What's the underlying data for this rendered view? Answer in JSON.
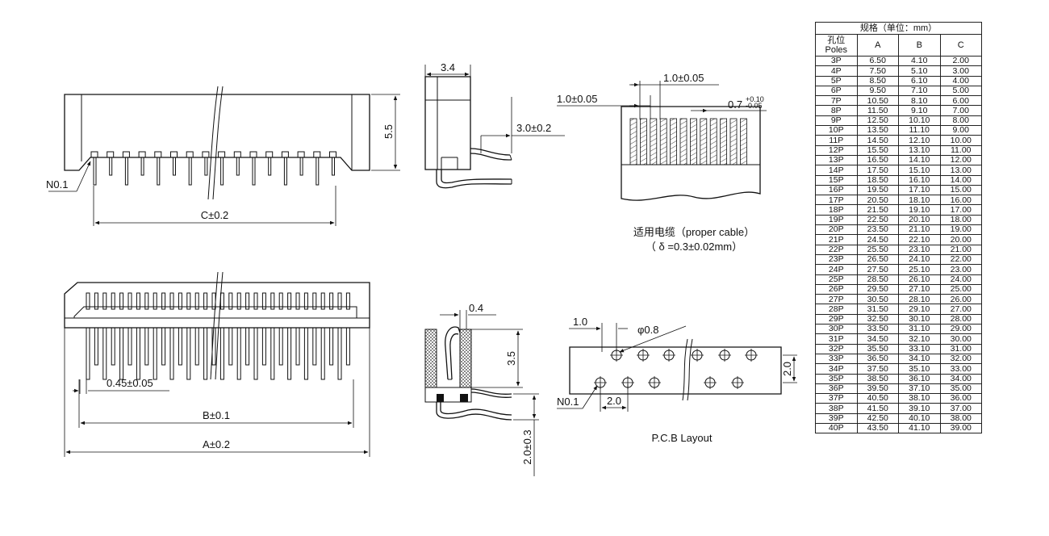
{
  "labels": {
    "n01_top": "N0.1",
    "c_dim": "C±0.2",
    "h55": "5.5",
    "w34": "3.4",
    "d30": "3.0±0.2",
    "pitch_top": "1.0±0.05",
    "pitch_left": "1.0±0.05",
    "cond_w": "0.7",
    "tol_up": "+0.10",
    "tol_dn": "-0.05",
    "cable_cn": "适用电缆（proper cable）",
    "cable_thk": "（ δ =0.3±0.02mm）",
    "d045": "0.45±0.05",
    "b_dim": "B±0.1",
    "a_dim": "A±0.2",
    "d04": "0.4",
    "d35": "3.5",
    "d20v": "2.0±0.3",
    "pcb_10": "1.0",
    "pcb_phi": "φ0.8",
    "pcb_20h": "2.0",
    "pcb_20v": "2.0",
    "pcb_n01": "N0.1",
    "pcb_caption": "P.C.B Layout"
  },
  "table": {
    "title": "规格（单位：mm）",
    "col_poles_cn": "孔位",
    "col_poles_en": "Poles",
    "col_a": "A",
    "col_b": "B",
    "col_c": "C",
    "rows": [
      [
        "3P",
        "6.50",
        "4.10",
        "2.00"
      ],
      [
        "4P",
        "7.50",
        "5.10",
        "3.00"
      ],
      [
        "5P",
        "8.50",
        "6.10",
        "4.00"
      ],
      [
        "6P",
        "9.50",
        "7.10",
        "5.00"
      ],
      [
        "7P",
        "10.50",
        "8.10",
        "6.00"
      ],
      [
        "8P",
        "11.50",
        "9.10",
        "7.00"
      ],
      [
        "9P",
        "12.50",
        "10.10",
        "8.00"
      ],
      [
        "10P",
        "13.50",
        "11.10",
        "9.00"
      ],
      [
        "11P",
        "14.50",
        "12.10",
        "10.00"
      ],
      [
        "12P",
        "15.50",
        "13.10",
        "11.00"
      ],
      [
        "13P",
        "16.50",
        "14.10",
        "12.00"
      ],
      [
        "14P",
        "17.50",
        "15.10",
        "13.00"
      ],
      [
        "15P",
        "18.50",
        "16.10",
        "14.00"
      ],
      [
        "16P",
        "19.50",
        "17.10",
        "15.00"
      ],
      [
        "17P",
        "20.50",
        "18.10",
        "16.00"
      ],
      [
        "18P",
        "21.50",
        "19.10",
        "17.00"
      ],
      [
        "19P",
        "22.50",
        "20.10",
        "18.00"
      ],
      [
        "20P",
        "23.50",
        "21.10",
        "19.00"
      ],
      [
        "21P",
        "24.50",
        "22.10",
        "20.00"
      ],
      [
        "22P",
        "25.50",
        "23.10",
        "21.00"
      ],
      [
        "23P",
        "26.50",
        "24.10",
        "22.00"
      ],
      [
        "24P",
        "27.50",
        "25.10",
        "23.00"
      ],
      [
        "25P",
        "28.50",
        "26.10",
        "24.00"
      ],
      [
        "26P",
        "29.50",
        "27.10",
        "25.00"
      ],
      [
        "27P",
        "30.50",
        "28.10",
        "26.00"
      ],
      [
        "28P",
        "31.50",
        "29.10",
        "27.00"
      ],
      [
        "29P",
        "32.50",
        "30.10",
        "28.00"
      ],
      [
        "30P",
        "33.50",
        "31.10",
        "29.00"
      ],
      [
        "31P",
        "34.50",
        "32.10",
        "30.00"
      ],
      [
        "32P",
        "35.50",
        "33.10",
        "31.00"
      ],
      [
        "33P",
        "36.50",
        "34.10",
        "32.00"
      ],
      [
        "34P",
        "37.50",
        "35.10",
        "33.00"
      ],
      [
        "35P",
        "38.50",
        "36.10",
        "34.00"
      ],
      [
        "36P",
        "39.50",
        "37.10",
        "35.00"
      ],
      [
        "37P",
        "40.50",
        "38.10",
        "36.00"
      ],
      [
        "38P",
        "41.50",
        "39.10",
        "37.00"
      ],
      [
        "39P",
        "42.50",
        "40.10",
        "38.00"
      ],
      [
        "40P",
        "43.50",
        "41.10",
        "39.00"
      ]
    ]
  }
}
